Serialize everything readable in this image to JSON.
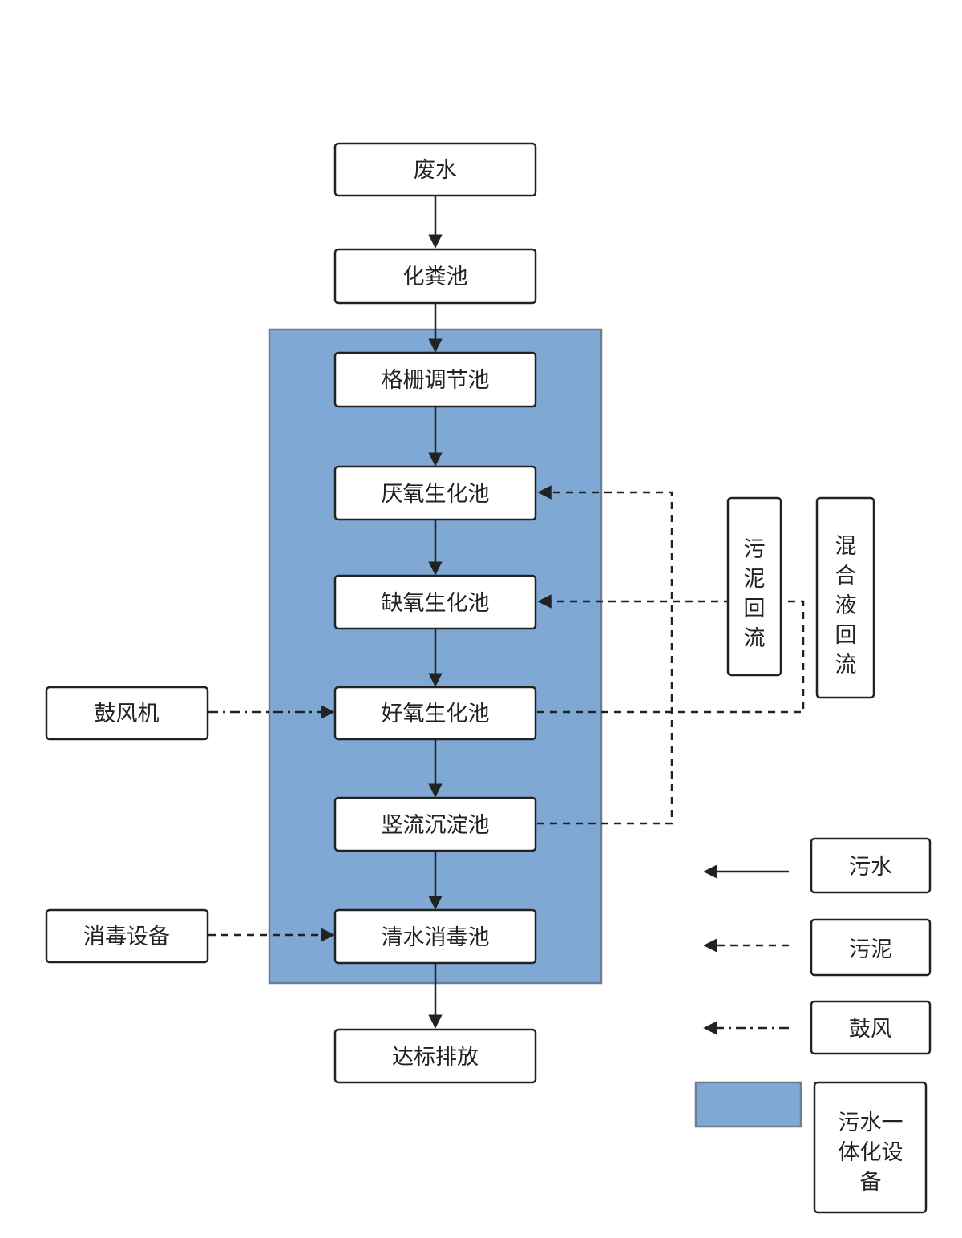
{
  "colors": {
    "equipment_fill": "#7fa8d4",
    "equipment_stroke": "#6a7f96",
    "line": "#222222"
  },
  "process": {
    "wastewater": "废水",
    "septic_tank": "化粪池",
    "grid_regulating_tank": "格栅调节池",
    "anaerobic_tank": "厌氧生化池",
    "anoxic_tank": "缺氧生化池",
    "aerobic_tank": "好氧生化池",
    "vertical_sedimentation_tank": "竖流沉淀池",
    "clear_water_disinfection_tank": "清水消毒池",
    "discharge": "达标排放"
  },
  "inputs": {
    "blower": "鼓风机",
    "disinfection_equipment": "消毒设备"
  },
  "return_labels": {
    "sludge_return": [
      "污",
      "泥",
      "回",
      "流"
    ],
    "mixed_liquor_return": [
      "混",
      "合",
      "液",
      "回",
      "流"
    ]
  },
  "legend": {
    "sewage": "污水",
    "sludge": "污泥",
    "aeration": "鼓风",
    "integrated_equipment": [
      "污水一",
      "体化设",
      "备"
    ]
  }
}
